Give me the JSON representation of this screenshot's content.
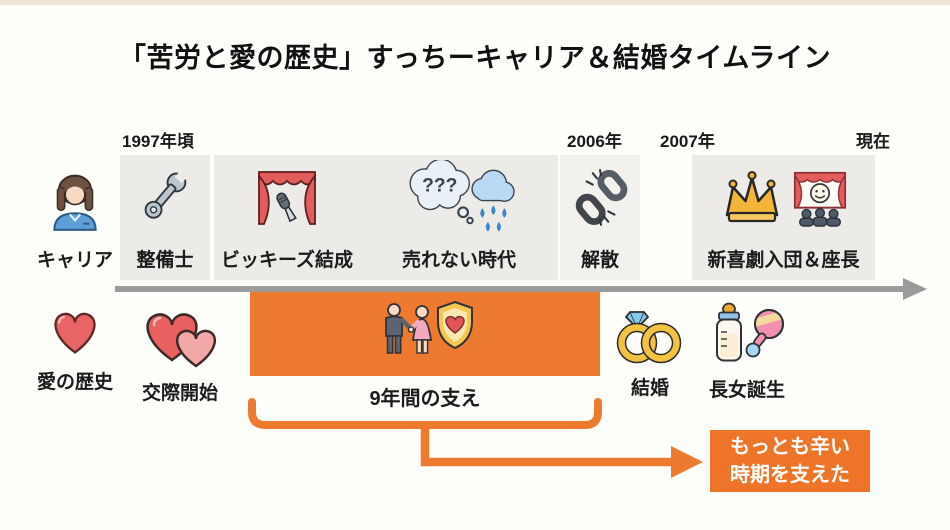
{
  "title": "「苦労と愛の歴史」すっちーキャリア＆結婚タイムライン",
  "colors": {
    "accent_orange": "#ED7A2E",
    "callout_orange": "#ED7428",
    "block_gray": "#ECEBE8",
    "block_gray_light": "#F2F1EE",
    "timeline_gray": "#9B9B9B",
    "text": "#1B1B1B",
    "callout_text": "#FFFFFF"
  },
  "timeline": {
    "years": [
      {
        "label": "1997年頃"
      },
      {
        "label": "2006年"
      },
      {
        "label": "2007年"
      },
      {
        "label": "現在"
      }
    ]
  },
  "rows": {
    "career": {
      "label": "キャリア",
      "icon": "woman-avatar-icon",
      "items": [
        {
          "label": "整備士",
          "icon": "wrench-icon"
        },
        {
          "label": "ビッキーズ結成",
          "icon": "stage-curtain-mic-icon"
        },
        {
          "label": "売れない時代",
          "icon": "question-cloud-rain-icon"
        },
        {
          "label": "解散",
          "icon": "broken-chain-icon"
        },
        {
          "label": "新喜劇入団＆座長",
          "icon": "crown-theater-icon"
        }
      ]
    },
    "love": {
      "label": "愛の歴史",
      "icon": "heart-icon",
      "items": [
        {
          "label": "交際開始",
          "icon": "two-hearts-icon"
        },
        {
          "label": "9年間の支え",
          "icon": "couple-shield-icon"
        },
        {
          "label": "結婚",
          "icon": "wedding-rings-icon"
        },
        {
          "label": "長女誕生",
          "icon": "baby-bottle-rattle-icon"
        }
      ]
    }
  },
  "callout": {
    "line1": "もっとも辛い",
    "line2": "時期を支えた"
  }
}
